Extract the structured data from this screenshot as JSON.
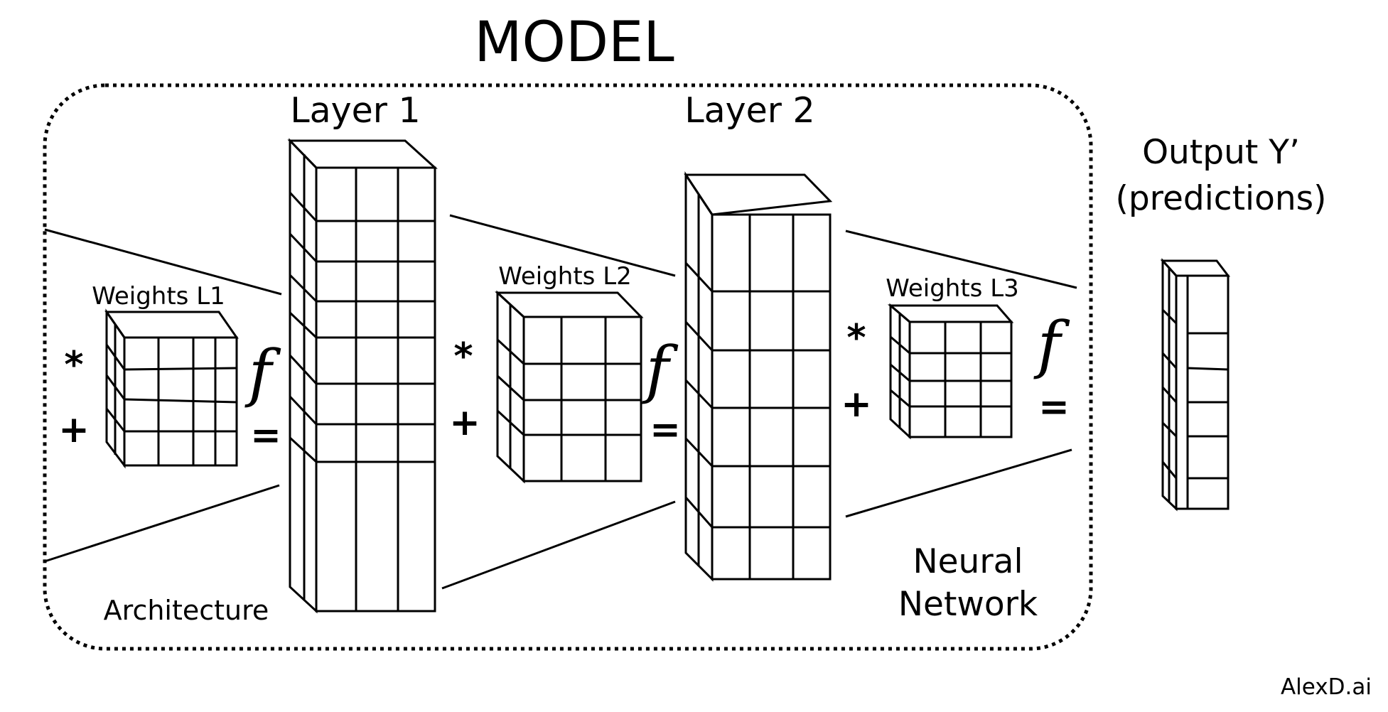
{
  "title": "MODEL",
  "layers": [
    {
      "label": "Layer 1"
    },
    {
      "label": "Layer 2"
    }
  ],
  "weights": [
    {
      "label": "Weights L1"
    },
    {
      "label": "Weights L2"
    },
    {
      "label": "Weights L3"
    }
  ],
  "output": {
    "line1": "Output Y’",
    "line2": "(predictions)"
  },
  "architecture_label": "Architecture",
  "neural_network": {
    "line1": "Neural",
    "line2": "Network"
  },
  "operators": {
    "multiply": "*",
    "add": "+",
    "equals": "=",
    "activation": "f"
  },
  "watermark": "AlexD.ai"
}
